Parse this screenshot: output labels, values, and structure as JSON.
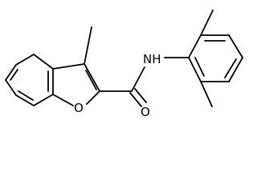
{
  "molecule": {
    "atom_labels": {
      "oxygen_ring": "O",
      "oxygen_carbonyl": "O",
      "amide_nh": "NH"
    },
    "colors": {
      "bond": "#000000",
      "background": "#ffffff"
    }
  }
}
